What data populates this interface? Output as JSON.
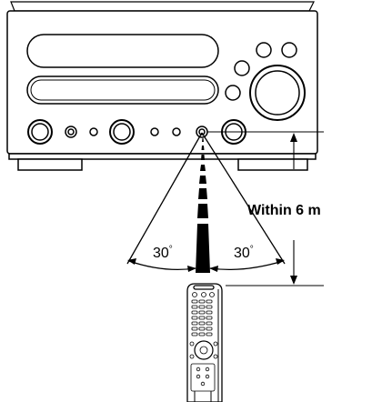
{
  "diagram": {
    "distance_label": "Within 6 m",
    "angle_left": "30",
    "angle_right": "30",
    "degree_symbol": "°",
    "colors": {
      "line": "#000000",
      "fill": "#ffffff"
    }
  }
}
